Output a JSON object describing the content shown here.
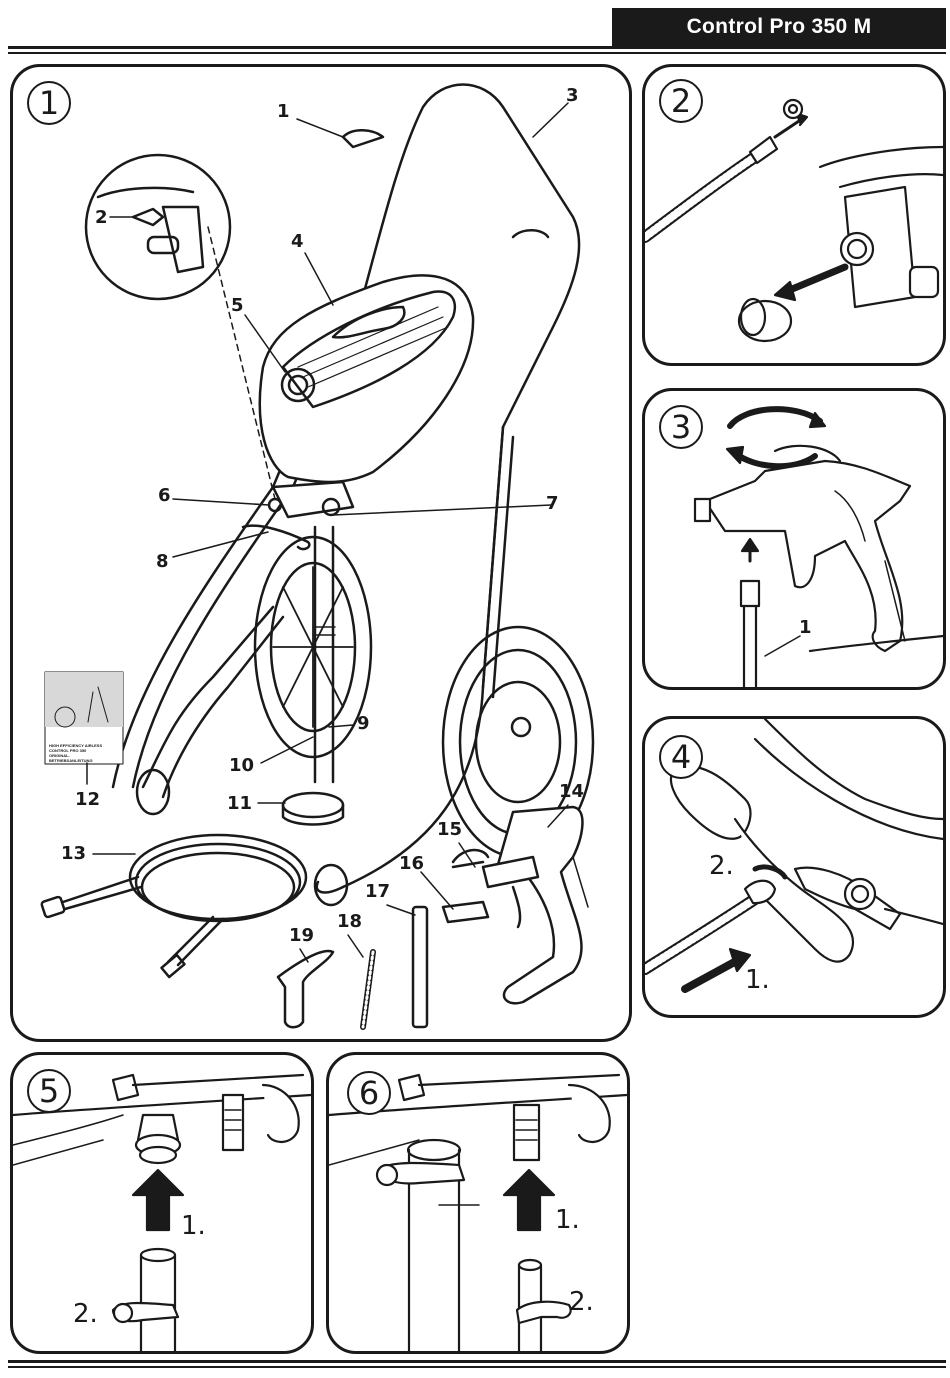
{
  "header": {
    "title": "Control Pro 350 M"
  },
  "panels": [
    {
      "number": "1",
      "labels": [
        "1",
        "2",
        "3",
        "4",
        "5",
        "6",
        "7",
        "8",
        "9",
        "10",
        "11",
        "12",
        "13",
        "14",
        "15",
        "16",
        "17",
        "18",
        "19"
      ]
    },
    {
      "number": "2"
    },
    {
      "number": "3",
      "labels": [
        "1"
      ]
    },
    {
      "number": "4",
      "steps": [
        "2.",
        "1."
      ]
    },
    {
      "number": "5",
      "steps": [
        "1.",
        "2."
      ]
    },
    {
      "number": "6",
      "steps": [
        "1.",
        "2."
      ]
    }
  ],
  "manual": {
    "lines": [
      "HIGH EFFICIENCY AIRLESS",
      "CONTROL PRO 350",
      "ORIGINAL-",
      "BETRIEBSANLEITUNG"
    ]
  }
}
